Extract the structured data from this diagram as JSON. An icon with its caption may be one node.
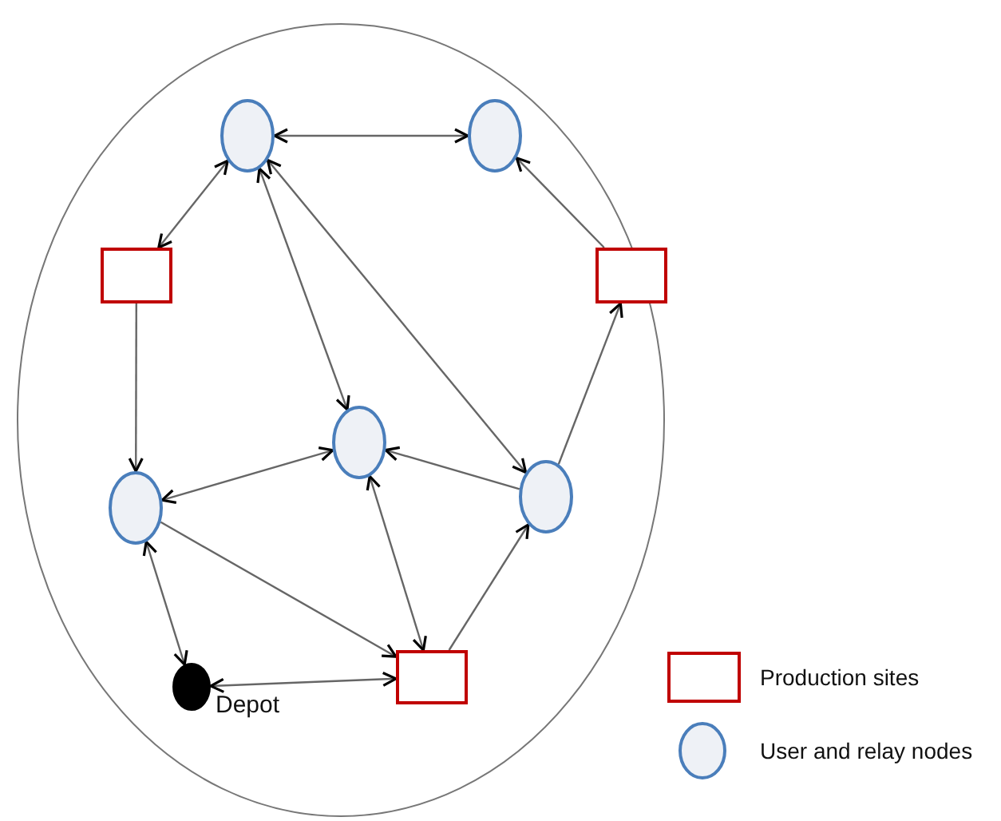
{
  "diagram": {
    "nodes": [
      {
        "text": [],
        "shape": "circle"
      },
      {
        "text": [],
        "shape": "circle",
        "in": 0
      },
      {
        "text": [],
        "shape": "circle",
        "in": 0
      },
      {
        "text": [],
        "shape": "box",
        "in": 0
      },
      {
        "text": [],
        "shape": "box",
        "in": 0
      },
      {
        "text": [],
        "shape": "circle",
        "in": 0
      },
      {
        "text": [],
        "shape": "circle",
        "in": 0
      },
      {
        "text": [],
        "shape": "circle",
        "in": 0
      },
      {
        "text": [],
        "shape": "circle",
        "in": 0,
        "beside": [
          "Depot"
        ]
      },
      {
        "text": [],
        "shape": "box",
        "in": 0
      }
    ],
    "edges": [
      {
        "from": 1,
        "to": 2,
        "arrow": "both"
      },
      {
        "from": 3,
        "to": 1,
        "arrow": "both"
      },
      {
        "from": 3,
        "to": 7,
        "arrow": "to"
      },
      {
        "from": 1,
        "to": 5,
        "arrow": "both"
      },
      {
        "from": 1,
        "to": 6,
        "arrow": "both"
      },
      {
        "from": 4,
        "to": 2,
        "arrow": "to"
      },
      {
        "from": 6,
        "to": 4,
        "arrow": "to"
      },
      {
        "from": 6,
        "to": 5,
        "arrow": "to"
      },
      {
        "from": 7,
        "to": 5,
        "arrow": "both"
      },
      {
        "from": 5,
        "to": 9,
        "arrow": "both"
      },
      {
        "from": 7,
        "to": 9,
        "arrow": "to"
      },
      {
        "from": 9,
        "to": 6,
        "arrow": "to"
      },
      {
        "from": 7,
        "to": 8,
        "arrow": "both"
      },
      {
        "from": 8,
        "to": 9,
        "arrow": "both"
      }
    ],
    "legend": [
      {
        "text": "Production sites"
      },
      {
        "text": "User and relay nodes"
      }
    ]
  }
}
